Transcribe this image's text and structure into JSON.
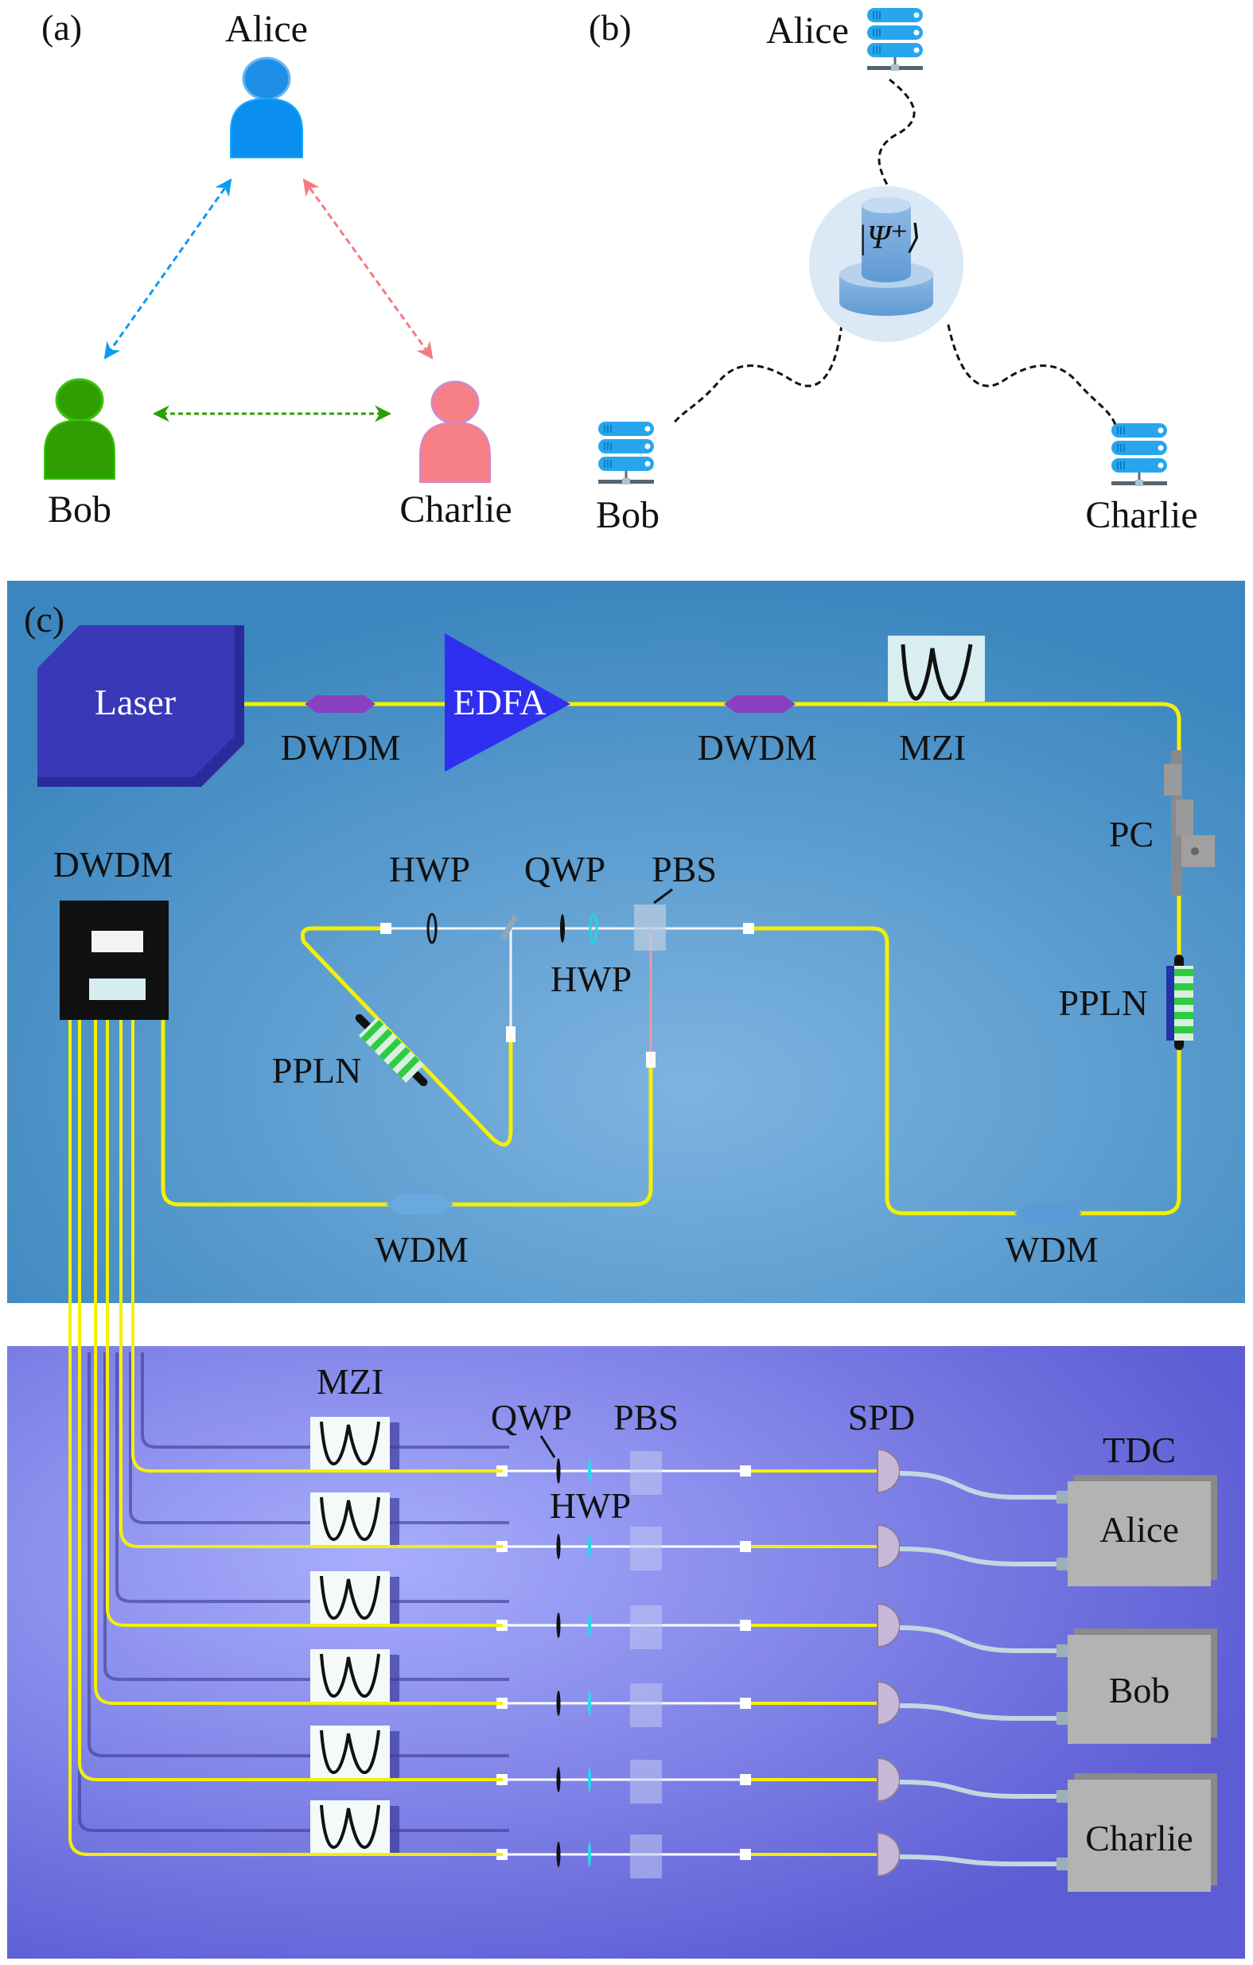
{
  "panel_a": {
    "label": "(a)",
    "alice": "Alice",
    "bob": "Bob",
    "charlie": "Charlie",
    "colors": {
      "alice": "#0a8ef0",
      "bob": "#2f9e00",
      "charlie": "#f77f86"
    }
  },
  "panel_b": {
    "label": "(b)",
    "alice": "Alice",
    "bob": "Bob",
    "charlie": "Charlie",
    "state": "|Ψ⁺⟩",
    "icons": {
      "node": "server-icon",
      "source": "entangled-source-icon"
    }
  },
  "panel_c": {
    "label": "(c)",
    "laser": "Laser",
    "edfa": "EDFA",
    "dwdm_1": "DWDM",
    "dwdm_2": "DWDM",
    "mzi": "MZI",
    "pc": "PC",
    "ppln_right": "PPLN",
    "wdm_right": "WDM",
    "dwdm_left": "DWDM",
    "hwp_1": "HWP",
    "qwp": "QWP",
    "pbs": "PBS",
    "hwp_2": "HWP",
    "ppln_left": "PPLN",
    "wdm_left": "WDM",
    "colors": {
      "background": "#3d8cc4",
      "fiber": "#f4f000",
      "laser": "#3030b0",
      "edfa": "#2f2ff0"
    }
  },
  "detection": {
    "mzi": "MZI",
    "qwp": "QWP",
    "pbs": "PBS",
    "hwp": "HWP",
    "spd": "SPD",
    "tdc": "TDC",
    "tdc_alice": "Alice",
    "tdc_bob": "Bob",
    "tdc_charlie": "Charlie",
    "colors": {
      "background": "#7878e8",
      "tdc": "#b3b3b3"
    }
  }
}
